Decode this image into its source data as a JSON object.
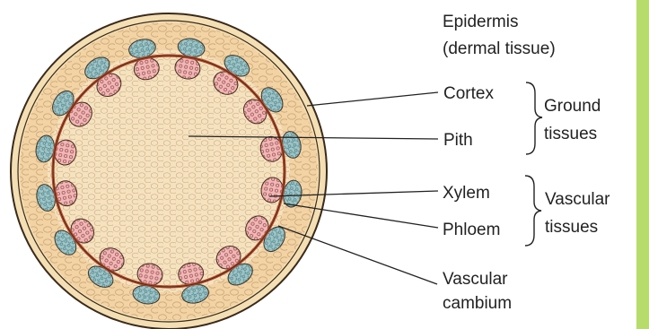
{
  "diagram": {
    "labels": {
      "epidermis_line1": "Epidermis",
      "epidermis_line2": "(dermal tissue)",
      "cortex": "Cortex",
      "pith": "Pith",
      "xylem": "Xylem",
      "phloem": "Phloem",
      "cambium_line1": "Vascular",
      "cambium_line2": "cambium"
    },
    "groups": {
      "ground_line1": "Ground",
      "ground_line2": "tissues",
      "vascular_line1": "Vascular",
      "vascular_line2": "tissues"
    },
    "vascular_bundle_count": 16,
    "colors": {
      "epidermis_fill": "#f4dfb4",
      "cortex_fill": "#f3d3a4",
      "pith_fill": "#f5e2bf",
      "cell_stroke": "#c9a97a",
      "cambium_ring": "#b5482a",
      "xylem_fill": "#f0b8b5",
      "phloem_fill": "#9fc6c8",
      "outline": "#3a2a1a",
      "right_border": "#b7dc6c"
    }
  }
}
